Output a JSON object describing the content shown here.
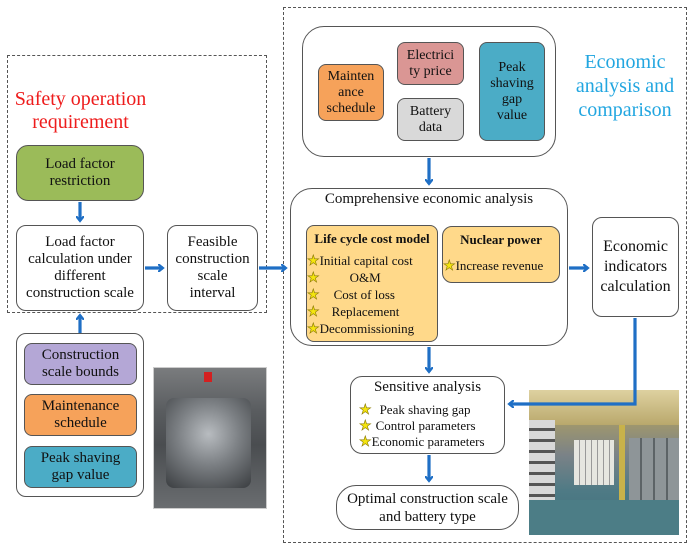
{
  "left_panel": {
    "title": [
      "Safety operation",
      "requirement"
    ],
    "load_factor_restriction": [
      "Load factor",
      "restriction"
    ],
    "load_factor_calculation": [
      "Load factor",
      "calculation under",
      "different",
      "construction scale"
    ],
    "feasible_interval": [
      "Feasible",
      "construction",
      "scale",
      "interval"
    ],
    "inputs": [
      {
        "label": [
          "Construction",
          "scale bounds"
        ],
        "color": "#b4a7d6"
      },
      {
        "label": [
          "Maintenance",
          "schedule"
        ],
        "color": "#f6a25a"
      },
      {
        "label": [
          "Peak shaving",
          "gap value"
        ],
        "color": "#4bacc6"
      }
    ],
    "photo": "fusion-reactor-photo"
  },
  "right_panel": {
    "title": [
      "Economic",
      "analysis and",
      "comparison"
    ],
    "data_inputs": [
      {
        "label": [
          "Mainten",
          "ance",
          "schedule"
        ],
        "color": "#f6a25a"
      },
      {
        "label": [
          "Electrici",
          "ty price"
        ],
        "color": "#da9694"
      },
      {
        "label": [
          "Battery",
          "data"
        ],
        "color": "#d9d9d9"
      },
      {
        "label": [
          "Peak",
          "shaving",
          "gap",
          "value"
        ],
        "color": "#4bacc6"
      }
    ],
    "comprehensive": {
      "title": "Comprehensive economic analysis",
      "lcc": {
        "title": "Life cycle cost model",
        "items": [
          "Initial capital cost",
          "O&M",
          "Cost of loss",
          "Replacement",
          "Decommissioning"
        ]
      },
      "nuclear": {
        "title": "Nuclear power",
        "items": [
          "Increase revenue"
        ]
      }
    },
    "economic_indicators": [
      "Economic",
      "indicators",
      "calculation"
    ],
    "sensitive": {
      "title": "Sensitive analysis",
      "items": [
        "Peak shaving gap",
        "Control parameters",
        "Economic parameters"
      ]
    },
    "optimal": [
      "Optimal construction scale",
      "and battery type"
    ],
    "photo": "battery-storage-room-photo"
  },
  "colors": {
    "arrow": "#1f6fc5",
    "green_box": "#9bbb59",
    "yellow_box": "#ffd98a",
    "star": "#f5e50f"
  }
}
